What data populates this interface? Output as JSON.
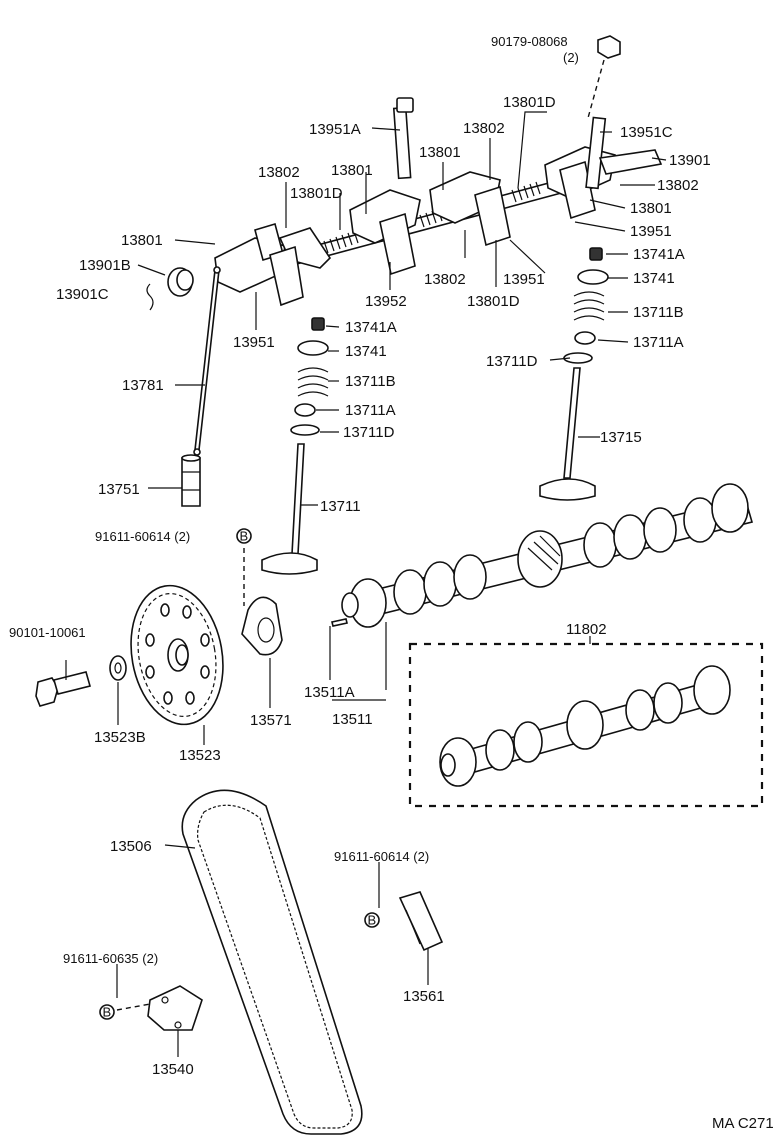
{
  "diagram": {
    "footer_code": "MA C271",
    "callouts": [
      {
        "id": "c-90179-08068",
        "text": "90179-08068"
      },
      {
        "id": "c-90179-qty",
        "text": "(2)"
      },
      {
        "id": "c-13801D-top",
        "text": "13801D"
      },
      {
        "id": "c-13802-top",
        "text": "13802"
      },
      {
        "id": "c-13951A",
        "text": "13951A"
      },
      {
        "id": "c-13951C",
        "text": "13951C"
      },
      {
        "id": "c-13901",
        "text": "13901"
      },
      {
        "id": "c-13801-mid",
        "text": "13801"
      },
      {
        "id": "c-13802-right",
        "text": "13802"
      },
      {
        "id": "c-13802-left",
        "text": "13802"
      },
      {
        "id": "c-13801-left-top",
        "text": "13801"
      },
      {
        "id": "c-13801D-left",
        "text": "13801D"
      },
      {
        "id": "c-13801-right",
        "text": "13801"
      },
      {
        "id": "c-13951-right",
        "text": "13951"
      },
      {
        "id": "c-13801-left",
        "text": "13801"
      },
      {
        "id": "c-13901B",
        "text": "13901B"
      },
      {
        "id": "c-13901C",
        "text": "13901C"
      },
      {
        "id": "c-13802-center",
        "text": "13802"
      },
      {
        "id": "c-13951-center",
        "text": "13951"
      },
      {
        "id": "c-13952",
        "text": "13952"
      },
      {
        "id": "c-13801D-center",
        "text": "13801D"
      },
      {
        "id": "c-13741A-r",
        "text": "13741A"
      },
      {
        "id": "c-13741-r",
        "text": "13741"
      },
      {
        "id": "c-13711B-r",
        "text": "13711B"
      },
      {
        "id": "c-13711A-r",
        "text": "13711A"
      },
      {
        "id": "c-13711D-r",
        "text": "13711D"
      },
      {
        "id": "c-13715",
        "text": "13715"
      },
      {
        "id": "c-13951-left",
        "text": "13951"
      },
      {
        "id": "c-13741A-l",
        "text": "13741A"
      },
      {
        "id": "c-13741-l",
        "text": "13741"
      },
      {
        "id": "c-13711B-l",
        "text": "13711B"
      },
      {
        "id": "c-13711A-l",
        "text": "13711A"
      },
      {
        "id": "c-13711D-l",
        "text": "13711D"
      },
      {
        "id": "c-13781",
        "text": "13781"
      },
      {
        "id": "c-13751",
        "text": "13751"
      },
      {
        "id": "c-13711",
        "text": "13711"
      },
      {
        "id": "c-91611-60614-a",
        "text": "91611-60614 (2)"
      },
      {
        "id": "c-11802",
        "text": "11802"
      },
      {
        "id": "c-90101-10061",
        "text": "90101-10061"
      },
      {
        "id": "c-13523B",
        "text": "13523B"
      },
      {
        "id": "c-13523",
        "text": "13523"
      },
      {
        "id": "c-13571",
        "text": "13571"
      },
      {
        "id": "c-13511A",
        "text": "13511A"
      },
      {
        "id": "c-13511",
        "text": "13511"
      },
      {
        "id": "c-13506",
        "text": "13506"
      },
      {
        "id": "c-91611-60614-b",
        "text": "91611-60614 (2)"
      },
      {
        "id": "c-13561",
        "text": "13561"
      },
      {
        "id": "c-91611-60635",
        "text": "91611-60635 (2)"
      },
      {
        "id": "c-13540",
        "text": "13540"
      }
    ],
    "b_marks": [
      {
        "id": "b1",
        "text": "B"
      },
      {
        "id": "b2",
        "text": "B"
      },
      {
        "id": "b3",
        "text": "B"
      }
    ]
  }
}
